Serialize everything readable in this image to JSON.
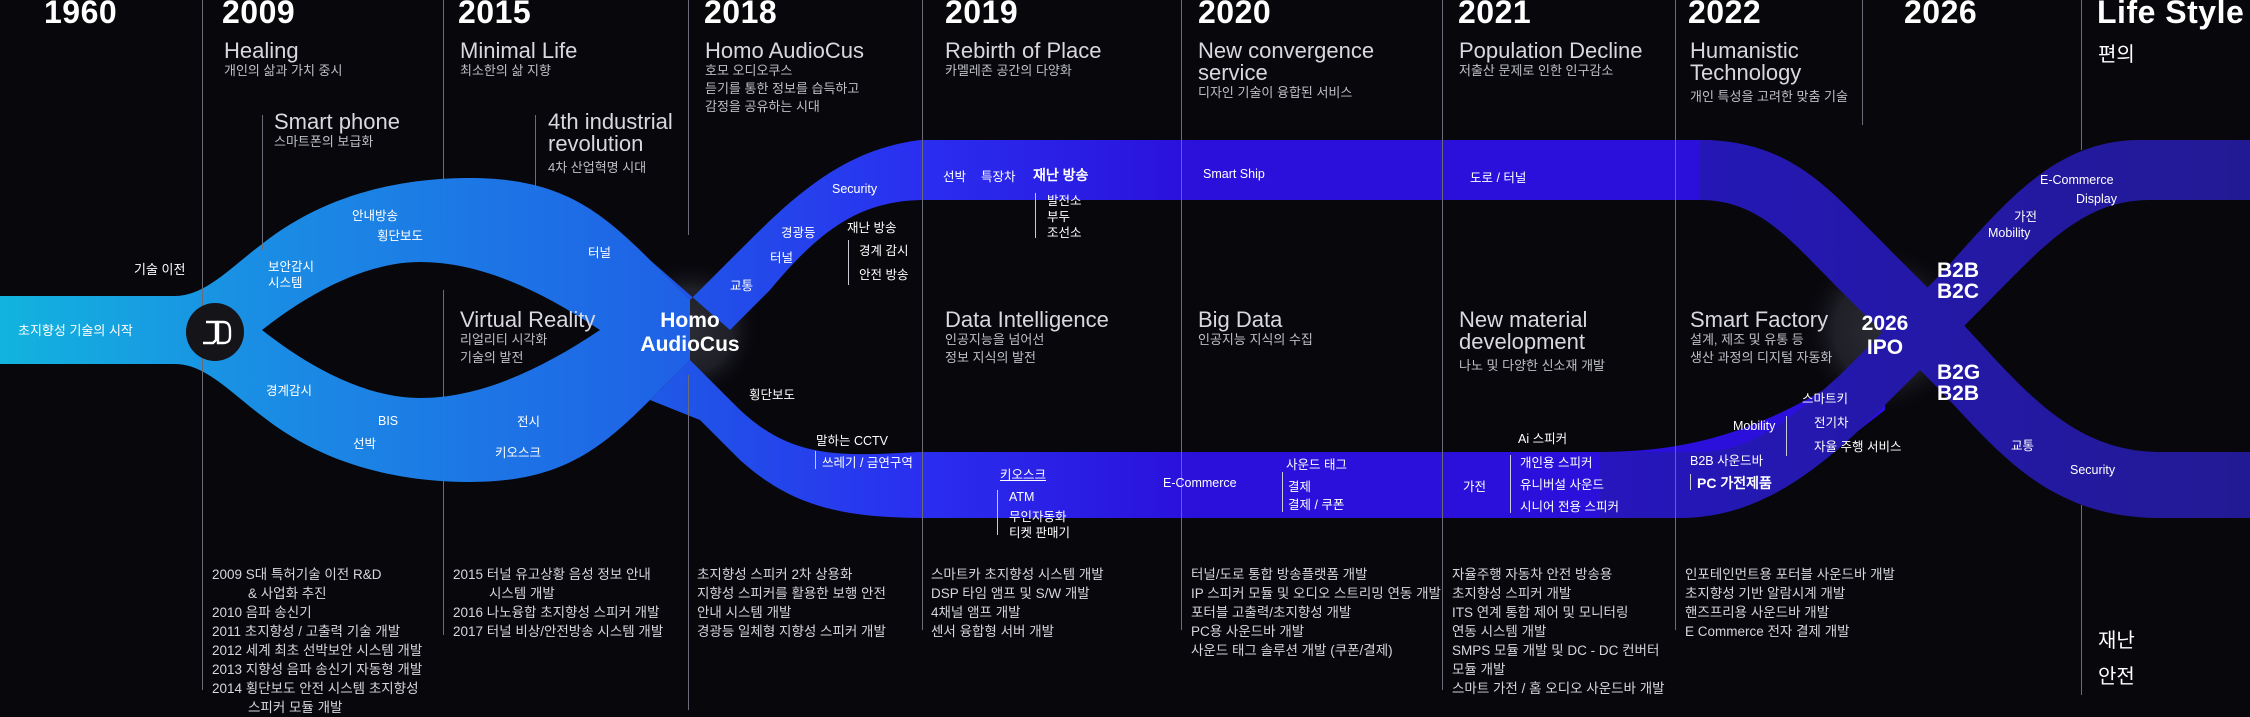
{
  "eras": [
    {
      "year": "1960"
    },
    {
      "year": "2009",
      "title": "Healing",
      "subtitle": "개인의 삶과 가치 중시"
    },
    {
      "year": "2015",
      "title": "Minimal Life",
      "subtitle": "최소한의 삶 지향"
    },
    {
      "year": "2018",
      "title": "Homo AudioCus",
      "subtitle_lines": [
        "호모 오디오쿠스",
        "듣기를 통한 정보를 습득하고",
        "감정을 공유하는 시대"
      ]
    },
    {
      "year": "2019",
      "title": "Rebirth of Place",
      "subtitle": "카멜레존 공간의 다양화"
    },
    {
      "year": "2020",
      "title_lines": [
        "New convergence",
        "service"
      ],
      "subtitle": "디자인 기술이 융합된 서비스"
    },
    {
      "year": "2021",
      "title": "Population Decline",
      "subtitle": "저출산 문제로 인한 인구감소"
    },
    {
      "year": "2022",
      "title_lines": [
        "Humanistic",
        "Technology"
      ],
      "subtitle": "개인 특성을 고려한 맞춤 기술"
    },
    {
      "year": "2026"
    },
    {
      "year": "Life Style",
      "subtitle": "편의"
    }
  ],
  "sub_eras": {
    "smartphone": {
      "title": "Smart phone",
      "subtitle": "스마트폰의 보급화"
    },
    "industrial": {
      "title_lines": [
        "4th industrial",
        "revolution"
      ],
      "subtitle": "4차 산업혁명 시대"
    },
    "vr": {
      "title": "Virtual Reality",
      "subtitle_lines": [
        "리얼리티 시각화",
        "기술의 발전"
      ]
    },
    "data_intel": {
      "title": "Data Intelligence",
      "subtitle_lines": [
        "인공지능을 넘어선",
        "정보 지식의 발전"
      ]
    },
    "big_data": {
      "title": "Big Data",
      "subtitle": "인공지능 지식의 수집"
    },
    "new_material": {
      "title_lines": [
        "New material",
        "development"
      ],
      "subtitle": "나노 및 다양한 신소재 개발"
    },
    "smart_factory": {
      "title": "Smart Factory",
      "subtitle_lines": [
        "설계, 제조 및 유통 등",
        "생산 과정의 디지털 자동화"
      ]
    }
  },
  "hubs": {
    "start_label": "초지향성 기술의 시작",
    "tech_transfer": "기술 이전",
    "logo": "JD",
    "homo_audiocus": [
      "Homo",
      "AudioCus"
    ],
    "ipo": [
      "2026",
      "IPO"
    ],
    "b2b_b2c": [
      "B2B",
      "B2C"
    ],
    "b2g_b2b": [
      "B2G",
      "B2B"
    ]
  },
  "band_labels": {
    "left_upper": [
      "안내방송",
      "횡단보도",
      "보안감시",
      "시스템",
      "터널"
    ],
    "left_lower": [
      "경계감시",
      "BIS",
      "선박",
      "전시",
      "키오스크"
    ],
    "mid_upper": [
      "Security",
      "경광등",
      "터널",
      "교통",
      "재난 방송",
      "경계 감시",
      "안전 방송"
    ],
    "top_band": [
      "선박",
      "특장차",
      "재난 방송",
      "발전소",
      "부두",
      "조선소",
      "Smart Ship",
      "도로 / 터널"
    ],
    "mid_lower": [
      "횡단보도",
      "말하는 CCTV",
      "쓰레기 / 금연구역"
    ],
    "bottom_band": [
      "키오스크",
      "ATM",
      "무인자동화",
      "티켓 판매기",
      "E-Commerce",
      "사운드 태그",
      "결제",
      "결제 / 쿠폰",
      "가전",
      "Ai 스피커",
      "개인용 스피커",
      "유니버설 사운드",
      "시니어 전용 스피커",
      "B2B 사운드바",
      "PC 가전제품",
      "Mobility",
      "스마트키",
      "전기차",
      "자율 주행 서비스"
    ],
    "right_upper": [
      "E-Commerce",
      "Display",
      "가전",
      "Mobility"
    ],
    "right_lower": [
      "교통",
      "Security"
    ]
  },
  "history": {
    "col_2009": [
      "2009 S대 특허기술 이전 R&D",
      "& 사업화 추진",
      "2010 음파 송신기",
      "2011 초지향성 / 고출력 기술 개발",
      "2012 세계 최초 선박보안 시스템 개발",
      "2013 지향성 음파 송신기 자동형 개발",
      "2014 횡단보도 안전 시스템 초지향성",
      "스피커 모듈 개발"
    ],
    "col_2015": [
      "2015 터널 유고상황 음성 정보 안내",
      "시스템 개발",
      "2016 나노융합 초지향성 스피커 개발",
      "2017 터널 비상/안전방송 시스템 개발"
    ],
    "col_2018": [
      "초지향성 스피커 2차 상용화",
      "지향성 스피커를 활용한 보행 안전",
      "안내 시스템 개발",
      "경광등 일체형 지향성 스피커 개발"
    ],
    "col_2019": [
      "스마트카 초지향성 시스템 개발",
      "DSP 타임 앰프 및 S/W 개발",
      "4채널 앰프 개발",
      "센서 융합형 서버 개발"
    ],
    "col_2020": [
      "터널/도로 통합 방송플랫폼 개발",
      "IP 스피커 모듈 및 오디오 스트리밍 연동 개발",
      "포터블 고출력/초지향성 개발",
      "PC용 사운드바 개발",
      "사운드 태그 솔루션 개발 (쿠폰/결제)"
    ],
    "col_2021": [
      "자율주행 자동차 안전 방송용",
      "초지향성 스피커 개발",
      "ITS 연계 통합 제어 및 모니터링",
      "연동 시스템 개발",
      "SMPS 모듈 개발 및 DC - DC 컨버터",
      "모듈 개발",
      "스마트 가전 / 홈 오디오 사운드바 개발"
    ],
    "col_2022": [
      "인포테인먼트용 포터블 사운드바 개발",
      "초지향성 기반 알람시계 개발",
      "핸즈프리용 사운드바 개발",
      "E Commerce 전자 결제 개발"
    ]
  },
  "lifestyle_side": [
    "재난",
    "안전"
  ],
  "colors": {
    "background": "#07070c",
    "band_cyan": "#12b0de",
    "band_blue": "#1e6fe0",
    "band_royal": "#2433e8",
    "band_violet": "#2a10d8",
    "band_indigo": "#22149a",
    "hub_glow": "#2a2a33"
  }
}
